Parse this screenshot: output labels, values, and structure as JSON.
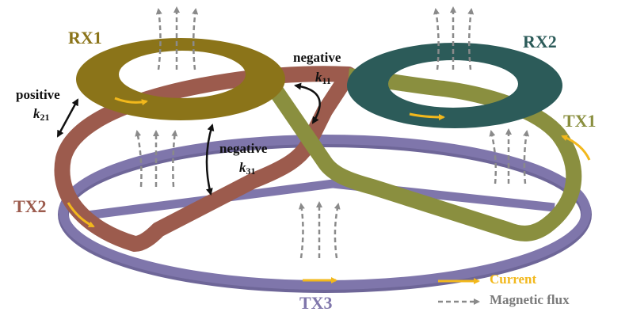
{
  "colors": {
    "rx1": "#8b7419",
    "rx2": "#2c5b59",
    "tx1": "#8a8f3f",
    "tx2": "#9c5b4d",
    "tx3": "#7f76ab",
    "current": "#f2b81c",
    "flux": "#8a8a8a",
    "annotation": "#111111"
  },
  "coils": {
    "rx1": "RX1",
    "rx2": "RX2",
    "tx1": "TX1",
    "tx2": "TX2",
    "tx3": "TX3"
  },
  "couplings": [
    {
      "sign": "positive",
      "symbol": "k",
      "subscript": "21"
    },
    {
      "sign": "negative",
      "symbol": "k",
      "subscript": "11"
    },
    {
      "sign": "negative",
      "symbol": "k",
      "subscript": "31"
    }
  ],
  "legend": {
    "current": "Current",
    "flux": "Magnetic flux"
  }
}
